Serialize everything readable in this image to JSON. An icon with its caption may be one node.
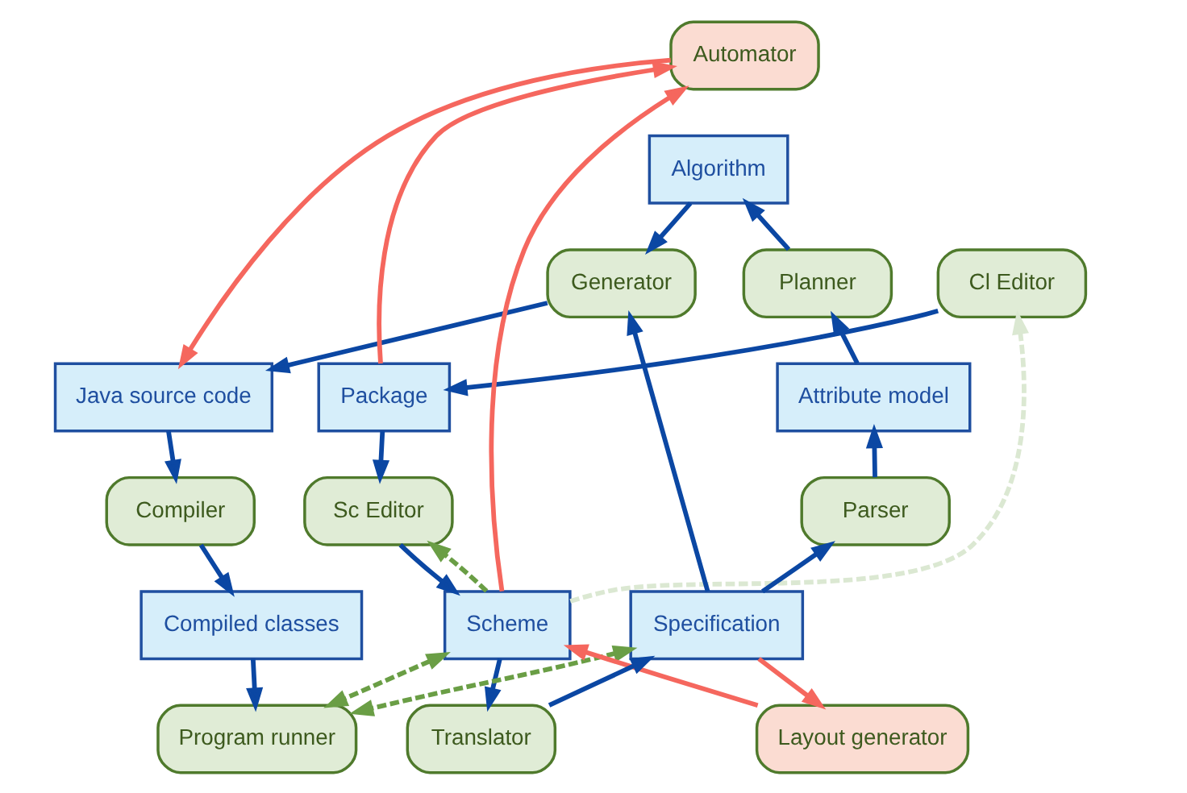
{
  "diagram": {
    "nodes": [
      {
        "text": [
          "Automator"
        ]
      },
      {
        "text": [
          "Algorithm"
        ]
      },
      {
        "text": [
          "Cl Editor"
        ]
      },
      {
        "text": [
          "Planner"
        ]
      },
      {
        "text": [
          "Generator"
        ]
      },
      {
        "text": [
          "Package"
        ]
      },
      {
        "text": [
          "Attribute model"
        ]
      },
      {
        "text": [
          "Java source code"
        ]
      },
      {
        "text": [
          "Sc Editor"
        ]
      },
      {
        "text": [
          "Parser"
        ]
      },
      {
        "text": [
          "Compiler"
        ]
      },
      {
        "text": [
          "Scheme"
        ]
      },
      {
        "text": [
          "Specification"
        ]
      },
      {
        "text": [
          "Compiled classes"
        ]
      },
      {
        "text": [
          "Layout generator"
        ]
      },
      {
        "text": [
          "Translator"
        ]
      },
      {
        "text": [
          "Program runner"
        ]
      }
    ],
    "edges": [
      {
        "from": 5,
        "to": 0,
        "arrow": "to",
        "color": "#f5675e"
      },
      {
        "from": 11,
        "to": 0,
        "arrow": "to",
        "color": "#f5675e"
      },
      {
        "from": 0,
        "to": 7,
        "arrow": "to",
        "color": "#f5675e"
      },
      {
        "from": 3,
        "to": 1,
        "arrow": "to"
      },
      {
        "from": 1,
        "to": 4,
        "arrow": "to"
      },
      {
        "from": 2,
        "to": 5,
        "arrow": "to"
      },
      {
        "from": 6,
        "to": 3,
        "arrow": "to"
      },
      {
        "from": 4,
        "to": 7,
        "arrow": "to"
      },
      {
        "from": 5,
        "to": 8,
        "arrow": "to"
      },
      {
        "from": 9,
        "to": 6,
        "arrow": "to"
      },
      {
        "from": 7,
        "to": 10,
        "arrow": "to"
      },
      {
        "from": 8,
        "to": 11,
        "arrow": "to"
      },
      {
        "from": 11,
        "to": 8,
        "arrow": "to",
        "style": "dashed",
        "color": "#6a9e45"
      },
      {
        "from": 11,
        "to": 2,
        "arrow": "to",
        "style": "dashed",
        "color": "#dbe8d2"
      },
      {
        "from": 12,
        "to": 9,
        "arrow": "to"
      },
      {
        "from": 12,
        "to": 4,
        "arrow": "to"
      },
      {
        "from": 10,
        "to": 13,
        "arrow": "to"
      },
      {
        "from": 11,
        "to": 15,
        "arrow": "to"
      },
      {
        "from": 12,
        "to": 14,
        "arrow": "to",
        "color": "#f5675e"
      },
      {
        "from": 14,
        "to": 11,
        "arrow": "to",
        "color": "#f5675e"
      },
      {
        "from": 15,
        "to": 12,
        "arrow": "to"
      },
      {
        "from": 12,
        "to": 16,
        "arrow": "both",
        "style": "dashed",
        "color": "#6a9e45"
      },
      {
        "from": 13,
        "to": 16,
        "arrow": "to"
      },
      {
        "from": 11,
        "to": 16,
        "arrow": "both",
        "style": "dashed",
        "color": "#6a9e45"
      }
    ]
  }
}
